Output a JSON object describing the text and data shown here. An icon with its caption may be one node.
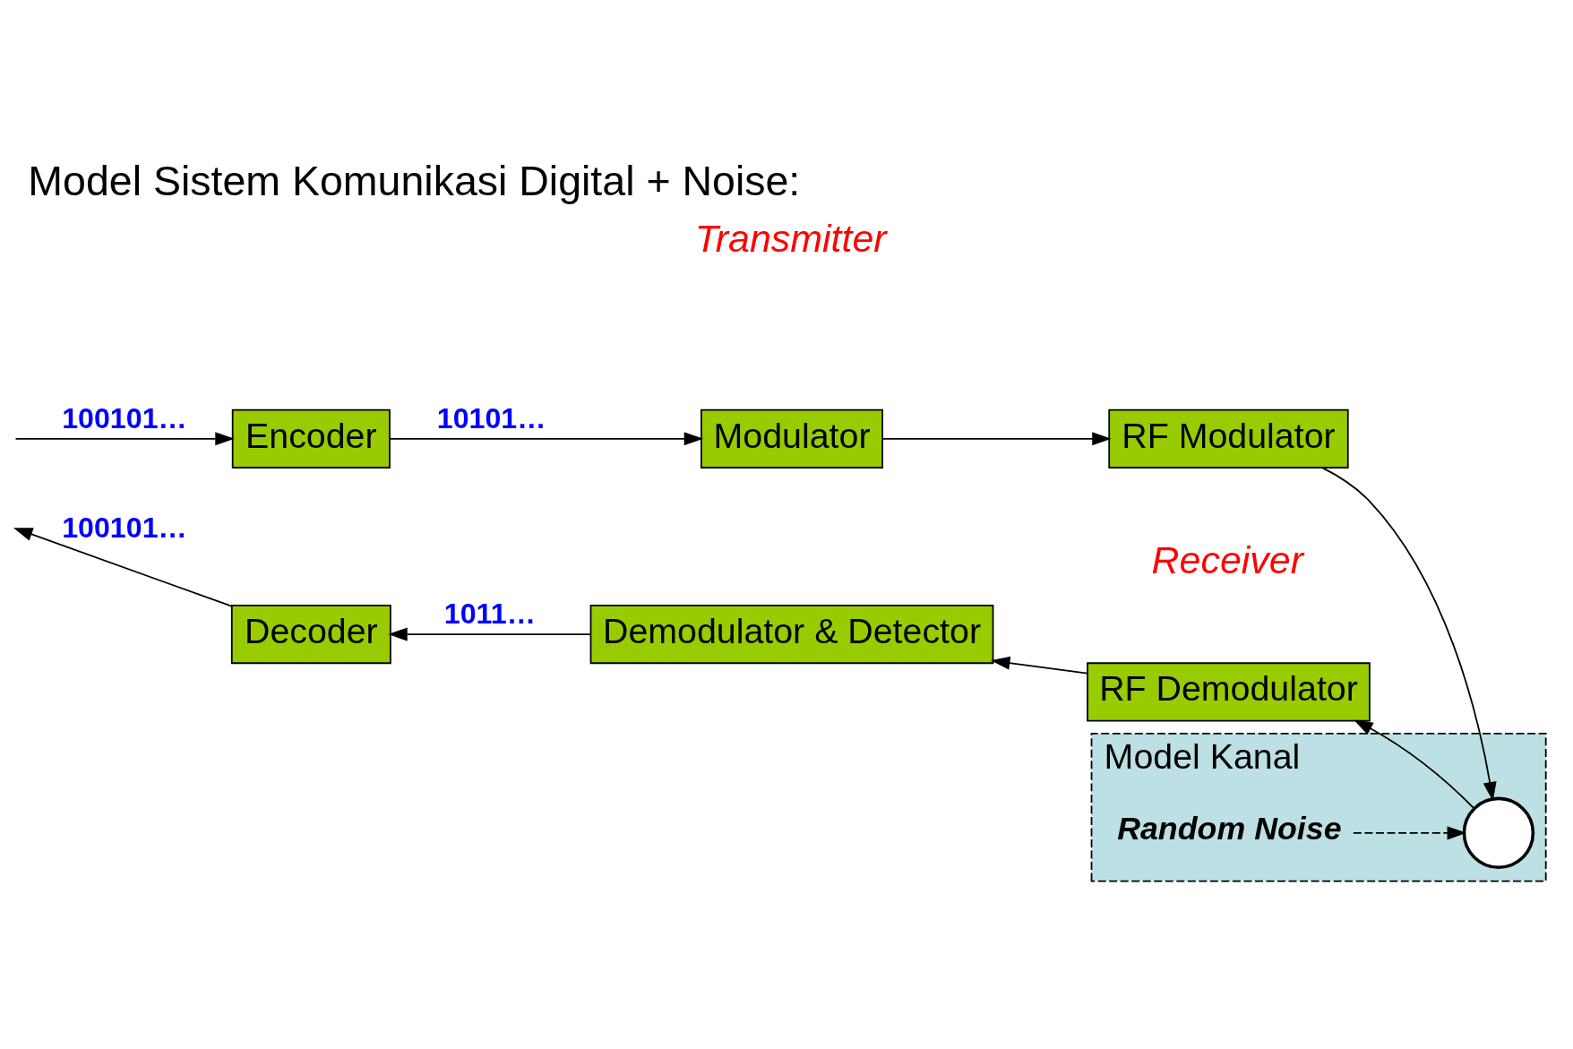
{
  "diagram": {
    "title": "Model Sistem Komunikasi Digital + Noise:",
    "nodes": [
      {
        "text": [
          "Encoder"
        ]
      },
      {
        "text": [
          "Modulator"
        ]
      },
      {
        "text": [
          "RF Modulator"
        ]
      },
      {
        "text": [
          "Model Kanal"
        ]
      },
      {
        "text": [
          "Random Noise"
        ],
        "in": 3
      },
      {
        "text": [],
        "shape": "circle",
        "in": 3
      },
      {
        "text": [
          "RF Demodulator"
        ]
      },
      {
        "text": [
          "Demodulator & Detector"
        ]
      },
      {
        "text": [
          "Decoder"
        ]
      }
    ],
    "edges": [
      {
        "from": null,
        "to": 0,
        "arrow": "to",
        "label": "100101…"
      },
      {
        "from": 0,
        "to": 1,
        "arrow": "to",
        "label": "10101…"
      },
      {
        "from": 1,
        "to": 2,
        "arrow": "to"
      },
      {
        "from": 2,
        "to": 5,
        "arrow": "to"
      },
      {
        "from": 4,
        "to": 5,
        "arrow": "to",
        "style": "dashed"
      },
      {
        "from": 5,
        "to": 6,
        "arrow": "to"
      },
      {
        "from": 6,
        "to": 7,
        "arrow": "to"
      },
      {
        "from": 7,
        "to": 8,
        "arrow": "to",
        "label": "1011…"
      },
      {
        "from": 8,
        "to": null,
        "arrow": "to",
        "label": "100101…"
      }
    ],
    "labels": [
      "Transmitter",
      "Receiver"
    ]
  }
}
